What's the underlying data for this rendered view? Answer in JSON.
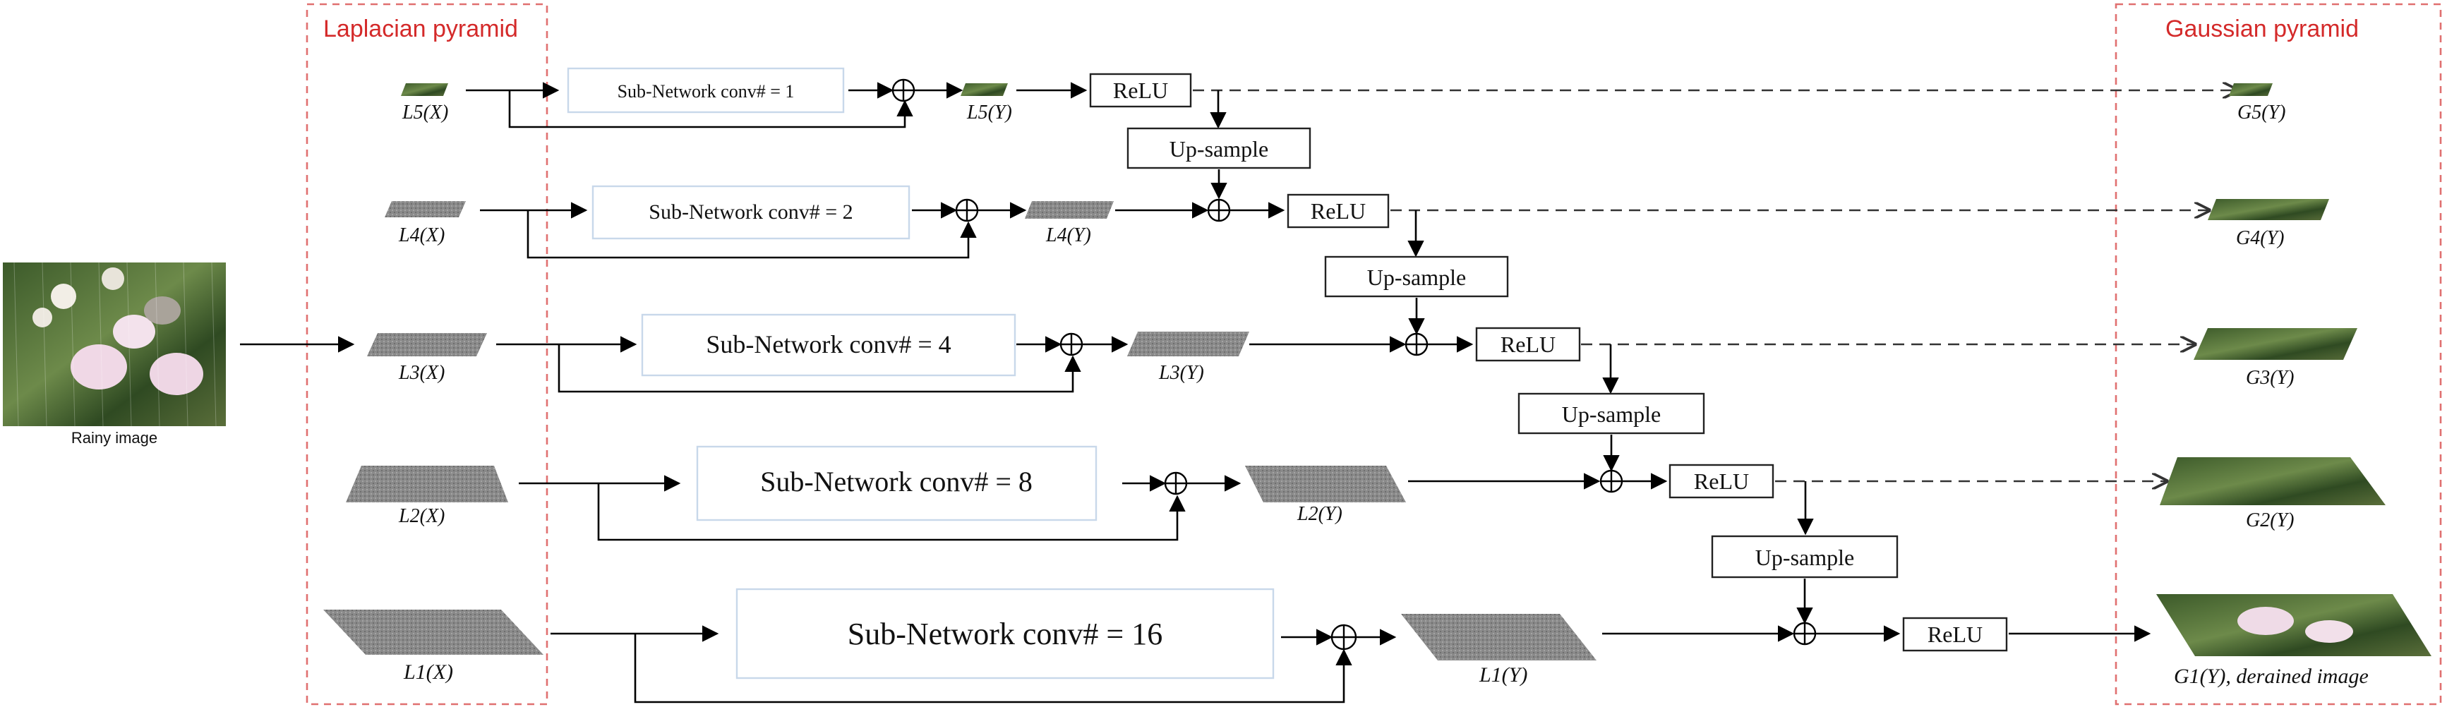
{
  "frames": {
    "laplacian_label": "Laplacian pyramid",
    "gaussian_label": "Gaussian pyramid"
  },
  "input": {
    "caption": "Rainy image"
  },
  "levels": [
    {
      "lx": "L5(X)",
      "sub": "Sub-Network conv# = 1",
      "ly": "L5(Y)",
      "g": "G5(Y)"
    },
    {
      "lx": "L4(X)",
      "sub": "Sub-Network conv# = 2",
      "ly": "L4(Y)",
      "g": "G4(Y)"
    },
    {
      "lx": "L3(X)",
      "sub": "Sub-Network conv# = 4",
      "ly": "L3(Y)",
      "g": "G3(Y)"
    },
    {
      "lx": "L2(X)",
      "sub": "Sub-Network conv# = 8",
      "ly": "L2(Y)",
      "g": "G2(Y)"
    },
    {
      "lx": "L1(X)",
      "sub": "Sub-Network conv# = 16",
      "ly": "L1(Y)",
      "g": "G1(Y), derained image"
    }
  ],
  "ops": {
    "relu": "ReLU",
    "upsample": "Up-sample"
  },
  "colors": {
    "frame": "#e07070",
    "label": "#d42a2a"
  }
}
